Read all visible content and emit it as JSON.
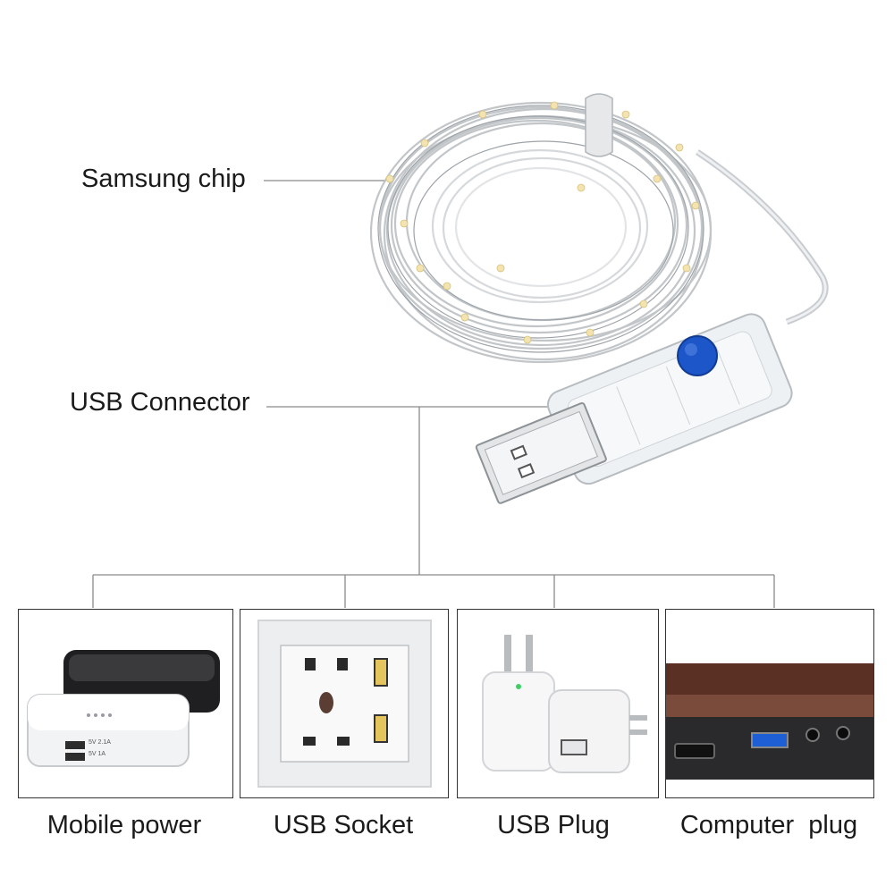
{
  "callouts": {
    "chip_label": "Samsung chip",
    "connector_label": "USB Connector"
  },
  "devices": [
    {
      "label": "Mobile power"
    },
    {
      "label": "USB Socket"
    },
    {
      "label": "USB Plug"
    },
    {
      "label": "Computer  plug"
    }
  ],
  "colors": {
    "line": "#8a8a8a",
    "button_blue": "#1c56c8",
    "laptop_brown": "#5a2f24"
  },
  "power_bank_text": {
    "port1": "5V 2.1A",
    "port2": "5V 1A"
  }
}
